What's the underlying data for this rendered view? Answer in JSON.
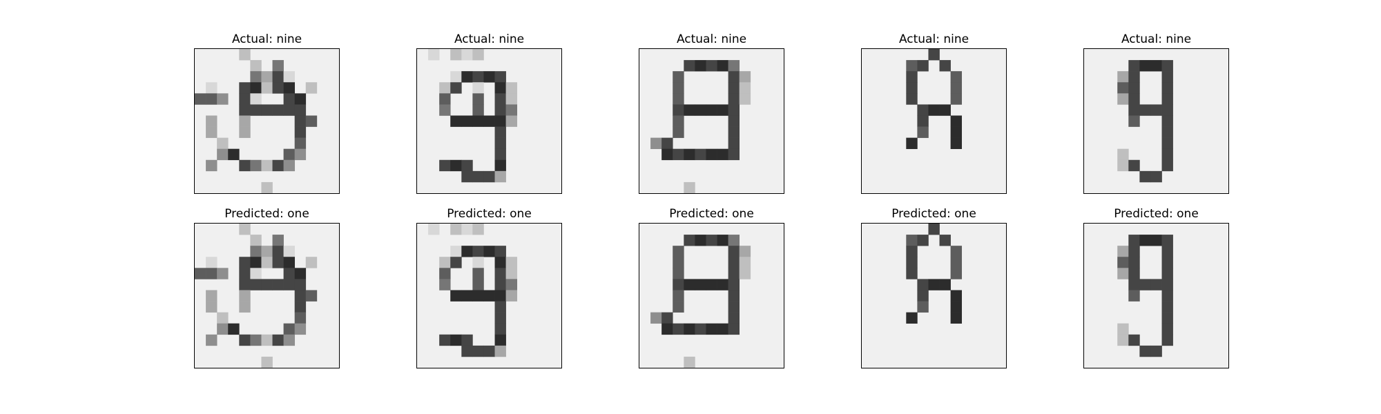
{
  "colors": {
    "background": "#ffffff",
    "frame": "#000000",
    "paper": "#f0f0f0",
    "ink": "#141414"
  },
  "grid_size": 13,
  "rows": [
    {
      "titles": [
        "Actual: nine",
        "Actual: nine",
        "Actual: nine",
        "Actual: nine",
        "Actual: nine"
      ]
    },
    {
      "titles": [
        "Predicted: one",
        "Predicted: one",
        "Predicted: one",
        "Predicted: one",
        "Predicted: one"
      ]
    }
  ],
  "digits": [
    {
      "pixels": [
        "0000200000000",
        "0000020500000",
        "0000053710000",
        "0100782780200",
        "6640710078000",
        "0000777777000",
        "0300300007600",
        "0300300007000",
        "0020000006000",
        "0048000064000",
        "0400752740000",
        "0000000000000",
        "0000002000000"
      ]
    },
    {
      "pixels": [
        "0102120000000",
        "0000000000000",
        "0001878700000",
        "0027010820000",
        "0060060720000",
        "0050060750000",
        "0008888830000",
        "0000000700000",
        "0000000700000",
        "0000000700000",
        "0078700800000",
        "0000777300000",
        "0000000000000"
      ]
    },
    {
      "pixels": [
        "0000000000000",
        "0000787850000",
        "0006000073000",
        "0006000072000",
        "0006000072000",
        "0007888870000",
        "0006000070000",
        "0006000070000",
        "0470000070000",
        "0087878870000",
        "0000000000000",
        "0000000000000",
        "0000200000000"
      ]
    },
    {
      "pixels": [
        "0000007000000",
        "0000670700000",
        "0000700060000",
        "0000700060000",
        "0000700060000",
        "0000078800000",
        "0000070080000",
        "0000060080000",
        "0000800080000",
        "0000000000000",
        "0000000000000",
        "0000000000000",
        "0000000000000"
      ]
    },
    {
      "pixels": [
        "0000000000000",
        "0000788700000",
        "0003700700000",
        "0006700700000",
        "0003700700000",
        "0000777700000",
        "0000600700000",
        "0000000700000",
        "0000000700000",
        "0002000700000",
        "0002700700000",
        "0000077000000",
        "0000000000000"
      ]
    }
  ]
}
